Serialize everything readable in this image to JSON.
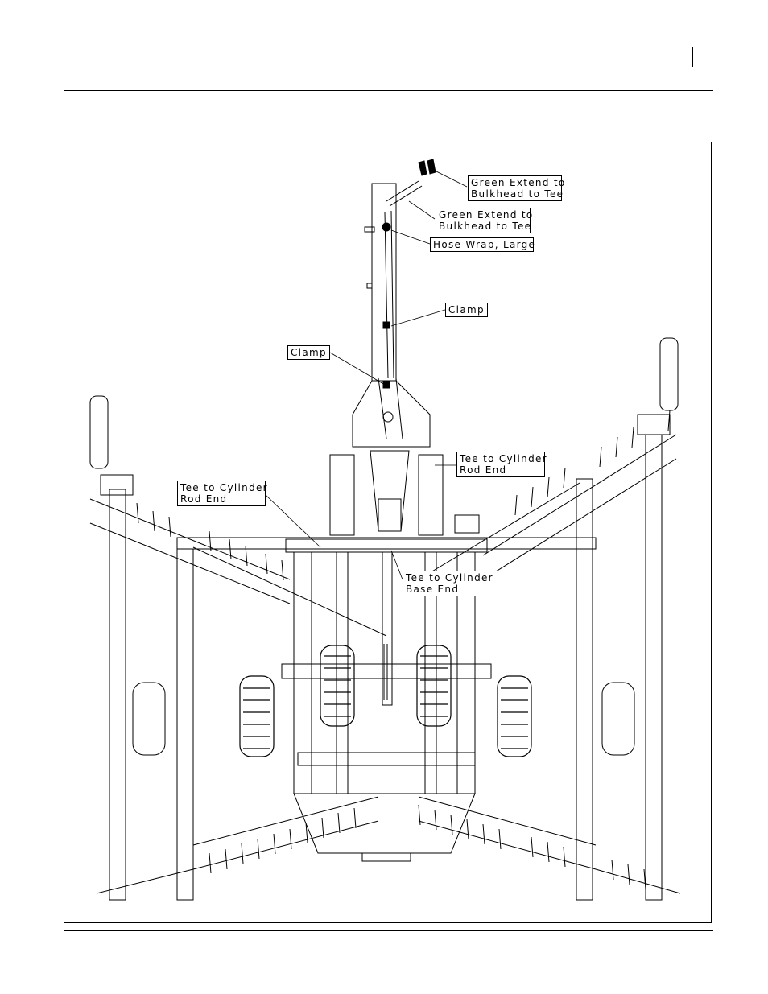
{
  "header": {},
  "figure": {
    "callouts": {
      "green_extend_1": [
        "Green Extend to",
        "Bulkhead to Tee"
      ],
      "green_extend_2": [
        "Green Extend to",
        "Bulkhead to Tee"
      ],
      "hose_wrap": "Hose Wrap, Large",
      "clamp_upper": "Clamp",
      "clamp_lower": "Clamp",
      "tee_rod_end_right": [
        "Tee to Cylinder",
        "Rod End"
      ],
      "tee_rod_end_left": [
        "Tee to Cylinder",
        "Rod End"
      ],
      "tee_base_end": [
        "Tee to Cylinder",
        "Base End"
      ]
    }
  }
}
